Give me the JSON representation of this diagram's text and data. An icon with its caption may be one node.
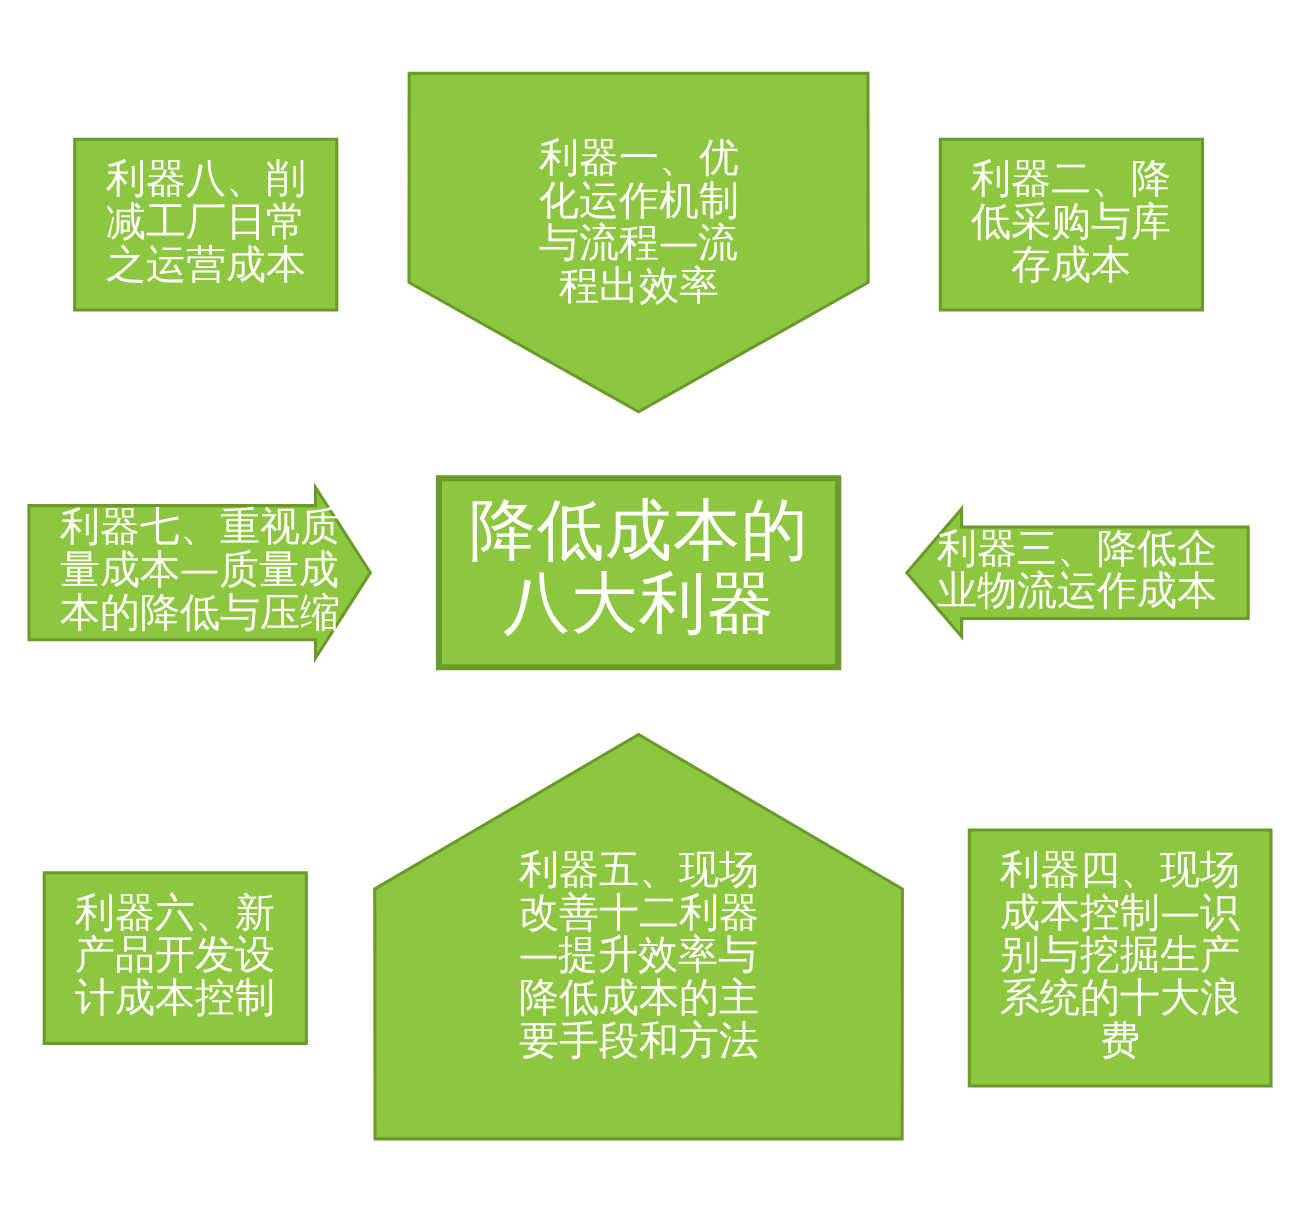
{
  "diagram": {
    "nodes": [
      {
        "text": [
          "降低成本的八大利器"
        ]
      },
      {
        "text": [
          "利器一、优化运作机制与流程—流程出效率"
        ]
      },
      {
        "text": [
          "利器二、降低采购与库存成本"
        ]
      },
      {
        "text": [
          "利器三、降低企业物流运作成本"
        ]
      },
      {
        "text": [
          "利器四、现场成本控制—识别与挖掘生产系统的十大浪费"
        ]
      },
      {
        "text": [
          "利器五、现场改善十二利器—提升效率与降低成本的主要手段和方法"
        ]
      },
      {
        "text": [
          "利器六、新产品开发设计成本控制"
        ]
      },
      {
        "text": [
          "利器七、重视质量成本—质量成本的降低与压缩"
        ]
      },
      {
        "text": [
          "利器八、削减工厂日常之运营成本"
        ]
      }
    ],
    "edges": []
  }
}
